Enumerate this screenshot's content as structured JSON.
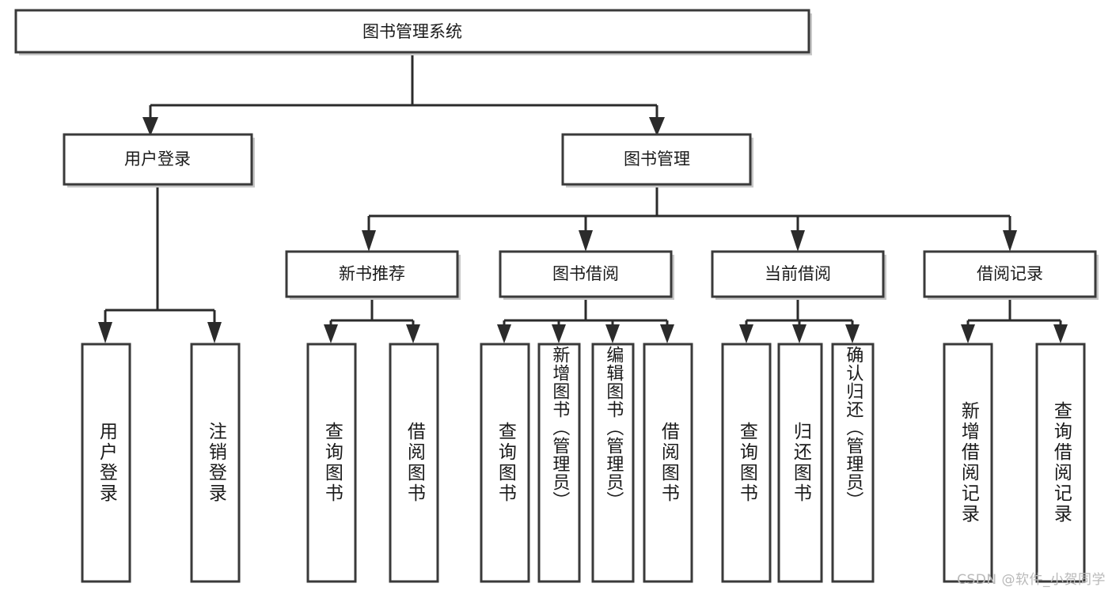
{
  "diagram": {
    "title": "图书管理系统",
    "type": "hierarchy-tree",
    "root": {
      "id": "root",
      "label": "图书管理系统",
      "orientation": "horizontal"
    },
    "level2": [
      {
        "id": "user-login",
        "label": "用户登录",
        "orientation": "horizontal"
      },
      {
        "id": "book-manage",
        "label": "图书管理",
        "orientation": "horizontal"
      }
    ],
    "level3": [
      {
        "id": "new-book-rec",
        "label": "新书推荐",
        "orientation": "horizontal",
        "parent": "book-manage"
      },
      {
        "id": "book-borrow",
        "label": "图书借阅",
        "orientation": "horizontal",
        "parent": "book-manage"
      },
      {
        "id": "current-borrow",
        "label": "当前借阅",
        "orientation": "horizontal",
        "parent": "book-manage"
      },
      {
        "id": "borrow-record",
        "label": "借阅记录",
        "orientation": "horizontal",
        "parent": "book-manage"
      }
    ],
    "leaves": [
      {
        "id": "leaf-user-login",
        "label": "用户登录",
        "parent": "user-login",
        "orientation": "vertical"
      },
      {
        "id": "leaf-user-logout",
        "label": "注销登录",
        "parent": "user-login",
        "orientation": "vertical"
      },
      {
        "id": "leaf-query-book-rec",
        "label": "查询图书",
        "parent": "new-book-rec",
        "orientation": "vertical"
      },
      {
        "id": "leaf-borrow-book-rec",
        "label": "借阅图书",
        "parent": "new-book-rec",
        "orientation": "vertical"
      },
      {
        "id": "leaf-query-book-borrow",
        "label": "查询图书",
        "parent": "book-borrow",
        "orientation": "vertical"
      },
      {
        "id": "leaf-add-book-admin",
        "label": "新增图书（管理员）",
        "parent": "book-borrow",
        "orientation": "vertical"
      },
      {
        "id": "leaf-edit-book-admin",
        "label": "编辑图书（管理员）",
        "parent": "book-borrow",
        "orientation": "vertical"
      },
      {
        "id": "leaf-borrow-book",
        "label": "借阅图书",
        "parent": "book-borrow",
        "orientation": "vertical"
      },
      {
        "id": "leaf-query-book-current",
        "label": "查询图书",
        "parent": "current-borrow",
        "orientation": "vertical"
      },
      {
        "id": "leaf-return-book",
        "label": "归还图书",
        "parent": "current-borrow",
        "orientation": "vertical"
      },
      {
        "id": "leaf-confirm-return-admin",
        "label": "确认归还（管理员）",
        "parent": "current-borrow",
        "orientation": "vertical"
      },
      {
        "id": "leaf-add-record",
        "label": "新增借阅记录",
        "parent": "borrow-record",
        "orientation": "vertical"
      },
      {
        "id": "leaf-query-record",
        "label": "查询借阅记录",
        "parent": "borrow-record",
        "orientation": "vertical"
      }
    ],
    "colors": {
      "box_fill": "#ffffff",
      "box_stroke": "#3a3a3a",
      "connector": "#2b2b2b",
      "text": "#1a1a1a",
      "background": "#ffffff",
      "watermark": "#b9b9b9"
    }
  },
  "watermark": {
    "text": "CSDN @软件_小贺同学"
  }
}
